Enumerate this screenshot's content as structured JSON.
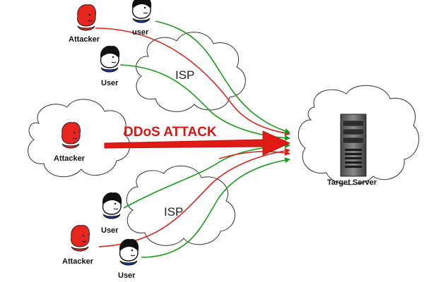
{
  "diagram": {
    "attack_label": "DDoS ATTACK",
    "isp_label": "ISP",
    "server_label": "Target Server",
    "nodes": {
      "attacker_top": "Attacker",
      "user_top": "user",
      "user_mid": "User",
      "attacker_left": "Attacker",
      "user_bottom_mid": "User",
      "attacker_bottom": "Attacker",
      "user_bottom": "User"
    }
  },
  "colors": {
    "attacker": "#e8251e",
    "user": "#111111",
    "user_shirt": "#1c37a8",
    "attack_arrow": "#e01a14",
    "attack_text": "#d81813",
    "attacker_path": "#d8261f",
    "user_path": "#1a9a1a",
    "server": "#707070"
  },
  "icons": {
    "person": "person-icon",
    "server": "server-icon",
    "cloud": "cloud-icon"
  }
}
